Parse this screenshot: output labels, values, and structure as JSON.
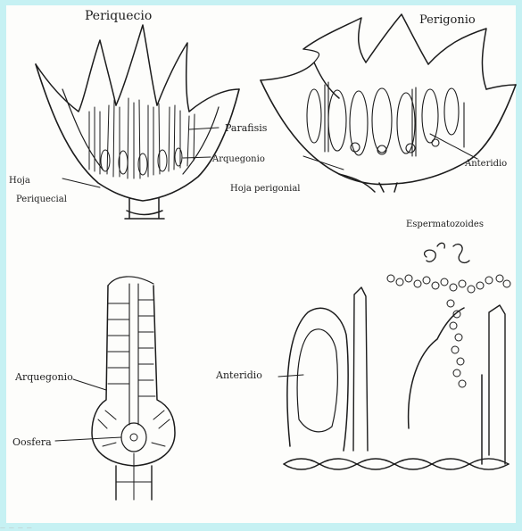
{
  "labels": {
    "perichaetium": "Periquecio",
    "perigonium": "Perigonio",
    "paraphyses": "Parafisis",
    "archegonium_top": "Arquegonio",
    "perichaetial_leaf_line1": "Hoja",
    "perichaetial_leaf_line2": "Periquecial",
    "perigonial_leaf": "Hoja perigonial",
    "antheridium_top": "Anteridio",
    "antherozoids": "Espermatozoides",
    "archegonium_bottom": "Arquegonio",
    "oosphere": "Oosfera",
    "antheridium_bottom": "Anteridio"
  },
  "caption": "— — — —"
}
